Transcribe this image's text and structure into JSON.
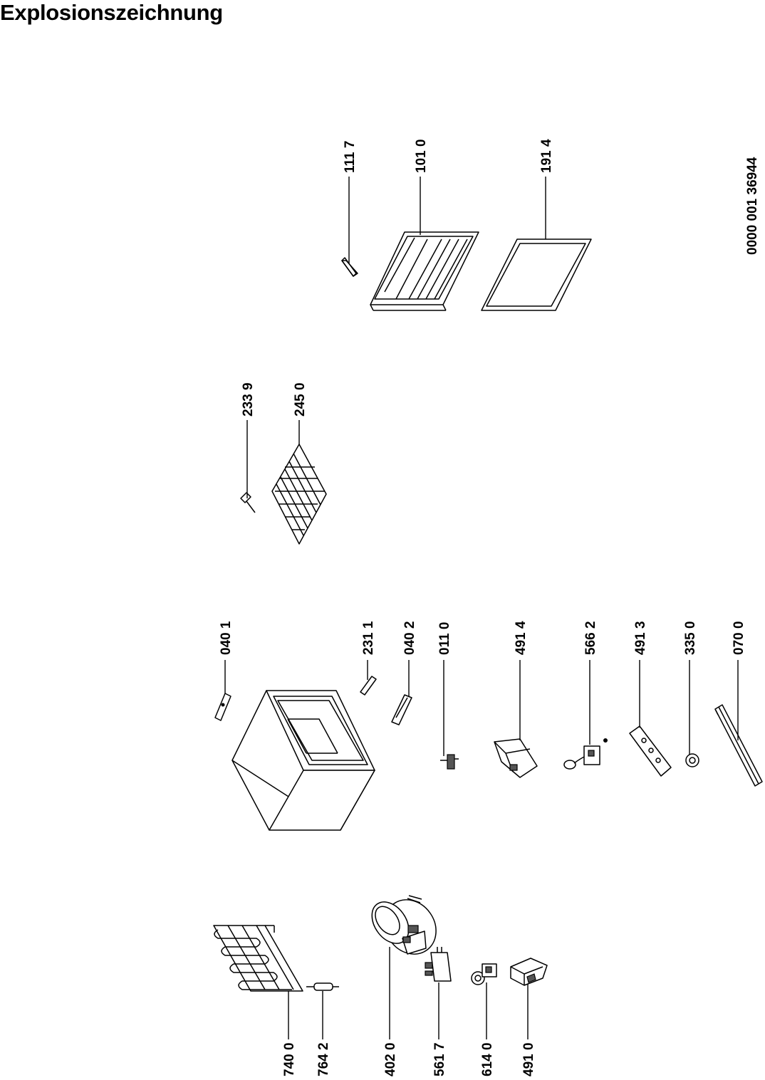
{
  "title": "Explosionszeichnung",
  "drawing_number": "0000 001 36944",
  "parts": [
    {
      "label": "740 0"
    },
    {
      "label": "764 2"
    },
    {
      "label": "402 0"
    },
    {
      "label": "561 7"
    },
    {
      "label": "614 0"
    },
    {
      "label": "491 0"
    },
    {
      "label": "040 1"
    },
    {
      "label": "231 1"
    },
    {
      "label": "040 2"
    },
    {
      "label": "011 0"
    },
    {
      "label": "491 4"
    },
    {
      "label": "566 2"
    },
    {
      "label": "491 3"
    },
    {
      "label": "335 0"
    },
    {
      "label": "070 0"
    },
    {
      "label": "233 9"
    },
    {
      "label": "245 0"
    },
    {
      "label": "111 7"
    },
    {
      "label": "101 0"
    },
    {
      "label": "191 4"
    }
  ]
}
